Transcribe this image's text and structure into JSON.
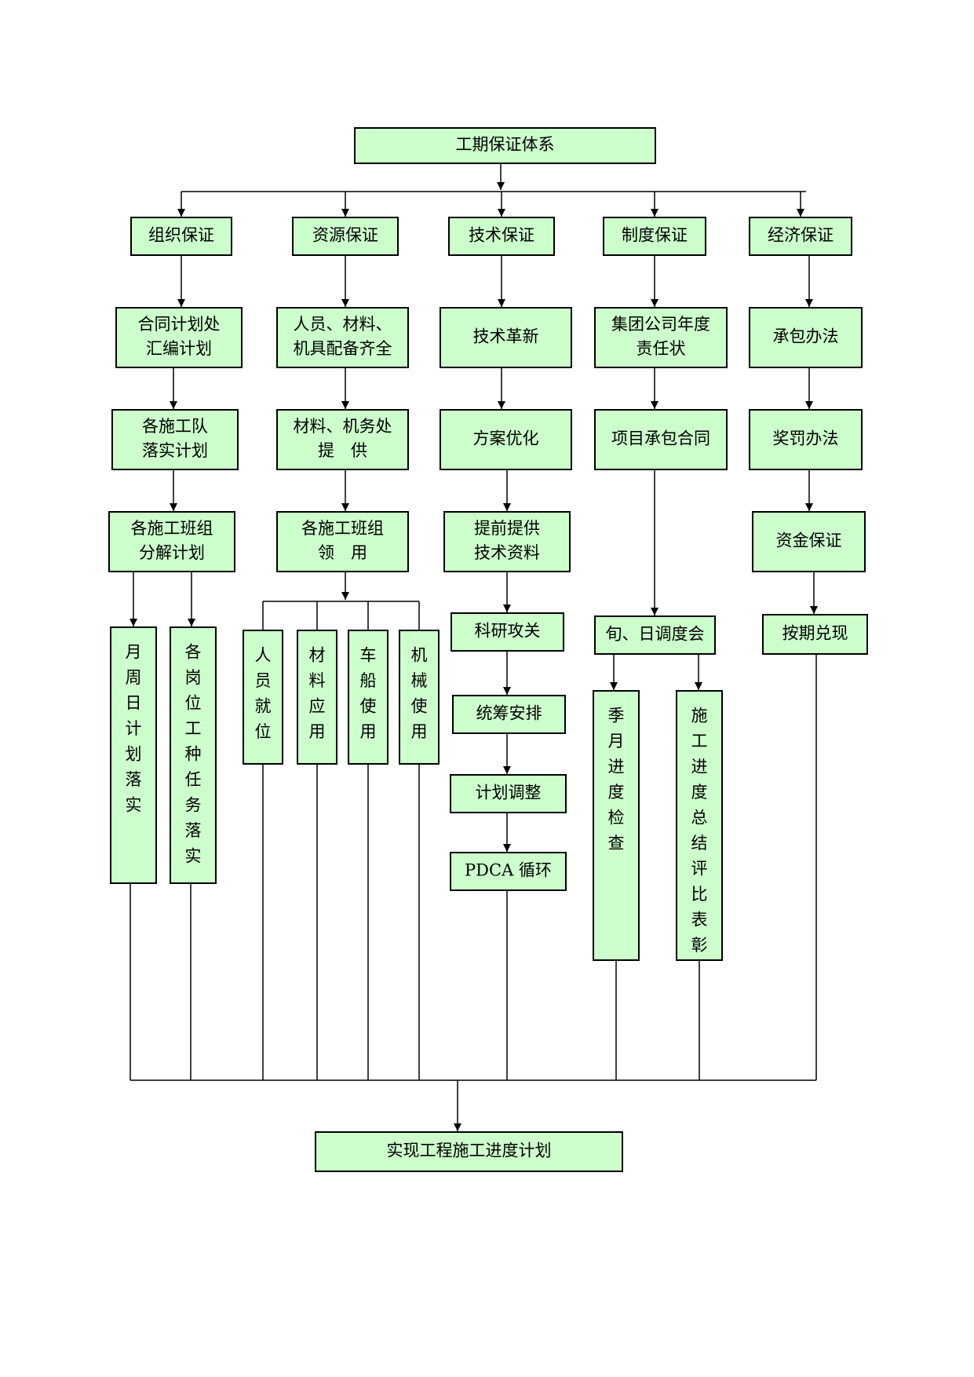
{
  "nodes": {
    "root": "工期保证体系",
    "cat_org": "组织保证",
    "cat_res": "资源保证",
    "cat_tech": "技术保证",
    "cat_sys": "制度保证",
    "cat_econ": "经济保证",
    "org_1": [
      "合同计划处",
      "汇编计划"
    ],
    "org_2": [
      "各施工队",
      "落实计划"
    ],
    "org_3": [
      "各施工班组",
      "分解计划"
    ],
    "org_4a": "月周日计划落实",
    "org_4b": "各岗位工种任务落实",
    "res_1": [
      "人员、材料、",
      "机具配备齐全"
    ],
    "res_2": [
      "材料、机务处",
      "提　供"
    ],
    "res_3": [
      "各施工班组",
      "领　用"
    ],
    "res_4a": "人员就位",
    "res_4b": "材料应用",
    "res_4c": "车船使用",
    "res_4d": "机械使用",
    "tech_1": "技术革新",
    "tech_2": "方案优化",
    "tech_3": [
      "提前提供",
      "技术资料"
    ],
    "tech_4": "科研攻关",
    "tech_5": "统筹安排",
    "tech_6": "计划调整",
    "tech_7": "PDCA 循环",
    "sys_1": [
      "集团公司年度",
      "责任状"
    ],
    "sys_2": "项目承包合同",
    "sys_3": "旬、日调度会",
    "sys_4a": "季月进度检查",
    "sys_4b": "施工进度总结评比表彰",
    "econ_1": "承包办法",
    "econ_2": "奖罚办法",
    "econ_3": "资金保证",
    "econ_4": "按期兑现",
    "result": "实现工程施工进度计划"
  }
}
